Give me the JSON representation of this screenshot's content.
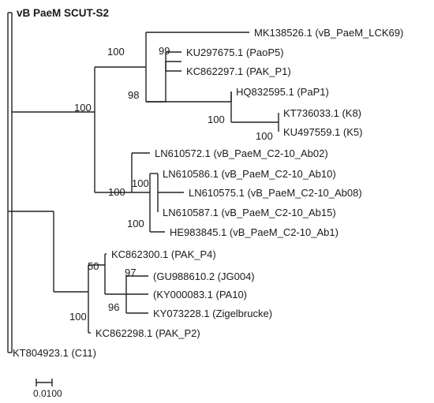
{
  "tree": {
    "highlight_color": "#e8141c",
    "branch_color": "#222222",
    "leaves": [
      {
        "id": "scut",
        "label": "vB PaeM SCUT-S2",
        "highlight": true
      },
      {
        "id": "lck69",
        "label": "MK138526.1 (vB_PaeM_LCK69)"
      },
      {
        "id": "paop5",
        "label": "KU297675.1 (PaoP5)"
      },
      {
        "id": "pakp1",
        "label": "KC862297.1 (PAK_P1)"
      },
      {
        "id": "pap1",
        "label": "HQ832595.1 (PaP1)"
      },
      {
        "id": "k8",
        "label": "KT736033.1 (K8)"
      },
      {
        "id": "k5",
        "label": "KU497559.1 (K5)"
      },
      {
        "id": "ab02",
        "label": "LN610572.1 (vB_PaeM_C2-10_Ab02)"
      },
      {
        "id": "ab10",
        "label": "LN610586.1 (vB_PaeM_C2-10_Ab10)"
      },
      {
        "id": "ab08",
        "label": "LN610575.1 (vB_PaeM_C2-10_Ab08)"
      },
      {
        "id": "ab15",
        "label": "LN610587.1 (vB_PaeM_C2-10_Ab15)"
      },
      {
        "id": "ab1",
        "label": "HE983845.1 (vB_PaeM_C2-10_Ab1)"
      },
      {
        "id": "pakp4",
        "label": "KC862300.1 (PAK_P4)"
      },
      {
        "id": "jg004",
        "label": "(GU988610.2 (JG004)"
      },
      {
        "id": "pa10",
        "label": "(KY000083.1 (PA10)"
      },
      {
        "id": "zig",
        "label": "KY073228.1 (Zigelbrucke)"
      },
      {
        "id": "pakp2",
        "label": "KC862298.1 (PAK_P2)"
      },
      {
        "id": "c11",
        "label": "KT804923.1 (C11)"
      }
    ],
    "bootstrap_values": [
      {
        "id": "bs-a",
        "value": "100"
      },
      {
        "id": "bs-b",
        "value": "100"
      },
      {
        "id": "bs-c",
        "value": "99"
      },
      {
        "id": "bs-d",
        "value": "98"
      },
      {
        "id": "bs-e",
        "value": "100"
      },
      {
        "id": "bs-f",
        "value": "100"
      },
      {
        "id": "bs-g",
        "value": "100"
      },
      {
        "id": "bs-h",
        "value": "100"
      },
      {
        "id": "bs-i",
        "value": "100"
      },
      {
        "id": "bs-j",
        "value": "50"
      },
      {
        "id": "bs-k",
        "value": "97"
      },
      {
        "id": "bs-l",
        "value": "96"
      },
      {
        "id": "bs-m",
        "value": "100"
      }
    ],
    "scale_bar": {
      "label": "0.0100"
    }
  }
}
